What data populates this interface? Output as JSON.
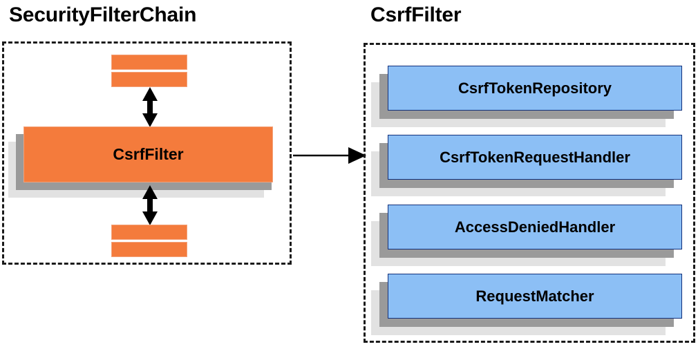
{
  "diagram": {
    "type": "architecture-block-diagram",
    "background_color": "#ffffff",
    "palette": {
      "orange_fill": "#F47B3C",
      "orange_border": "#F3A27A",
      "blue_fill": "#8CBFF5",
      "blue_border": "#12307A",
      "shadow_mid": "#9A9A9A",
      "shadow_back": "#E2E2E2",
      "panel_border": "#1A1A1A",
      "text_color": "#000000"
    }
  },
  "left_panel": {
    "title": "SecurityFilterChain",
    "border_style": "dashed",
    "main_box": {
      "label": "CsrfFilter",
      "color": "#F47B3C",
      "has_stacked_shadow": true
    },
    "filters_above": [
      {
        "label": "",
        "color": "#F47B3C"
      },
      {
        "label": "",
        "color": "#F47B3C"
      }
    ],
    "filters_below": [
      {
        "label": "",
        "color": "#F47B3C"
      },
      {
        "label": "",
        "color": "#F47B3C"
      }
    ],
    "connector_above": "double-headed-vertical-arrow",
    "connector_below": "double-headed-vertical-arrow"
  },
  "connector": {
    "from": "CsrfFilter",
    "to": "CsrfFilter collaborators panel",
    "style": "single-headed-horizontal-arrow",
    "label": ""
  },
  "right_panel": {
    "title": "CsrfFilter",
    "border_style": "dashed",
    "collaborators": [
      {
        "label": "CsrfTokenRepository",
        "color": "#8CBFF5",
        "has_stacked_shadow": true
      },
      {
        "label": "CsrfTokenRequestHandler",
        "color": "#8CBFF5",
        "has_stacked_shadow": true
      },
      {
        "label": "AccessDeniedHandler",
        "color": "#8CBFF5",
        "has_stacked_shadow": true
      },
      {
        "label": "RequestMatcher",
        "color": "#8CBFF5",
        "has_stacked_shadow": true
      }
    ]
  }
}
